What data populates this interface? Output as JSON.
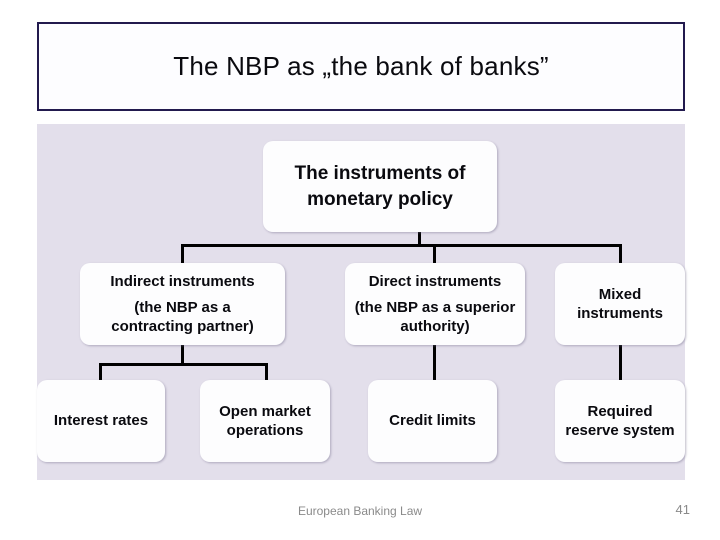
{
  "slide": {
    "title": "The NBP as „the bank of banks”",
    "footer": "European Banking Law",
    "page_number": "41"
  },
  "diagram": {
    "root": {
      "label": "The instruments of monetary policy"
    },
    "level1": [
      {
        "title": "Indirect instruments",
        "subtitle": "(the NBP as a contracting partner)"
      },
      {
        "title": "Direct instruments",
        "subtitle": "(the NBP as a superior authority)"
      },
      {
        "title": "Mixed instruments"
      }
    ],
    "level2": [
      {
        "label": "Interest rates",
        "parent": "Indirect instruments"
      },
      {
        "label": "Open market operations",
        "parent": "Indirect instruments"
      },
      {
        "label": "Credit limits",
        "parent": "Direct instruments"
      },
      {
        "label": "Required reserve system",
        "parent": "Mixed instruments"
      }
    ]
  },
  "colors": {
    "canvas_bg": "#e3dfeb",
    "title_border": "#221a4e",
    "node_bg": "#fdfdfe",
    "line_color": "#000000",
    "footer_gray": "#8a8a8a",
    "text_black": "#0a0a0f"
  }
}
